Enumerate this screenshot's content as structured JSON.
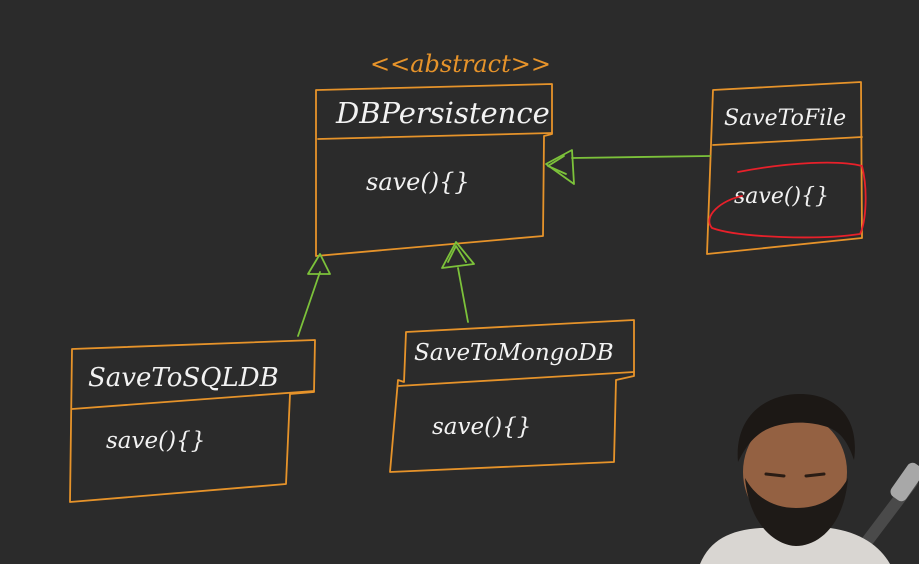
{
  "diagram": {
    "stereotype": "<<abstract>>",
    "classes": [
      {
        "name": "DBPersistence",
        "method": "save();"
      },
      {
        "name": "SaveToFile",
        "method": "save(){}"
      },
      {
        "name": "SaveToSQLDB",
        "method": "save(){}"
      },
      {
        "name": "SaveToMongoDB",
        "method": "save(){}"
      }
    ]
  },
  "colors": {
    "background": "#2b2b2b",
    "box_stroke": "#e6932a",
    "text": "#f2f2f2",
    "inheritance_arrow": "#7cc23a",
    "highlight": "#e8202a"
  },
  "overlay": {
    "presenter_webcam": "person-icon"
  }
}
